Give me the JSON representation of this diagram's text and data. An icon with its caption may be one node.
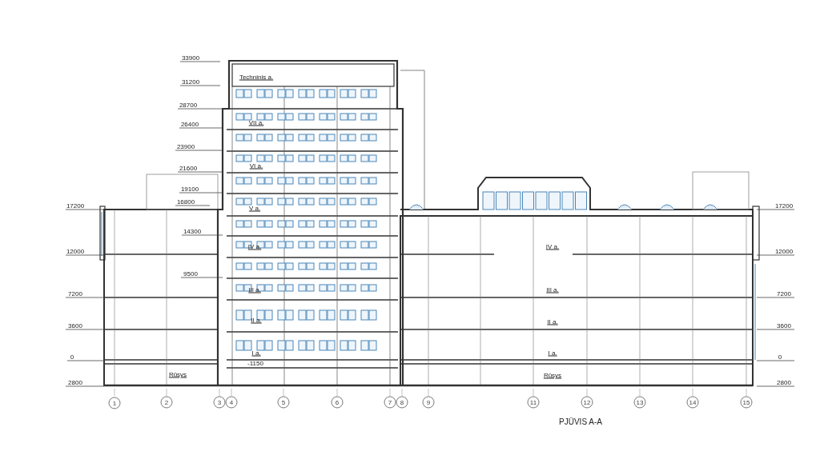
{
  "diagram": {
    "title": "PJŪVIS A-A",
    "labels": [
      "33900",
      "Techninis a.",
      "31200",
      "28700",
      "VII a.",
      "26400",
      "23900",
      "VI a.",
      "21600",
      "19100",
      "16800",
      "17200",
      "17200",
      "V a.",
      "14300",
      "IV a.",
      "IV a.",
      "12000",
      "12000",
      "9500",
      "III a.",
      "III a.",
      "7200",
      "7200",
      "II a.",
      "II a.",
      "3600",
      "3600",
      "I a.",
      "I a.",
      "0",
      "0",
      "-1150",
      "Rūsys",
      "Rūsys",
      "2800",
      "2800",
      "1",
      "2",
      "3",
      "4",
      "5",
      "6",
      "7",
      "8",
      "9",
      "11",
      "12",
      "13",
      "14",
      "15"
    ]
  }
}
